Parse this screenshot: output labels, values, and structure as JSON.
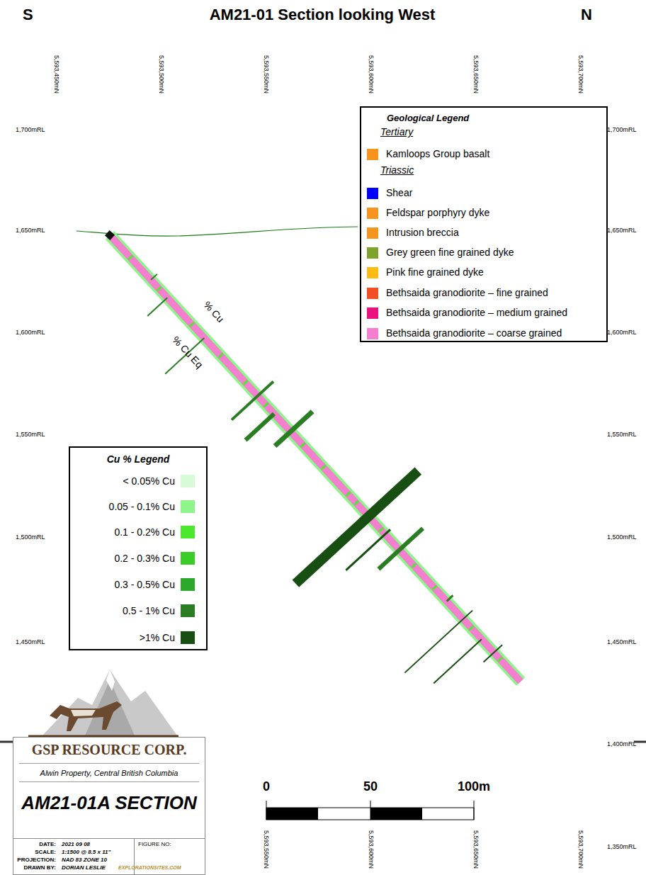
{
  "diagram": {
    "nodes": [
      {
        "text": [
          "Geological Legend"
        ]
      },
      {
        "text": [
          "Cu % Legend"
        ]
      },
      {
        "text": [
          "GSP RESOURCE CORP.",
          "Alwin Property, Central British Columbia",
          "AM21-01A SECTION",
          "DATE:",
          "2021 09 08",
          "FIGURE NO:",
          "SCALE:",
          "1:1500 @ 8.5 x 11\"",
          "PROJECTION:",
          "NAD 83 ZONE 10",
          "DRAWN BY:",
          "DORIAN LESLIE",
          "EXPLORATIONSITES.COM"
        ]
      }
    ],
    "labels": [
      "S",
      "AM21-01 Section looking West",
      "N",
      "5,593,450mN",
      "5,593,500mN",
      "5,593,550mN",
      "5,593,600mN",
      "5,593,650mN",
      "5,593,700mN",
      "1,700mRL",
      "1,650mRL",
      "1,600mRL",
      "1,550mRL",
      "1,500mRL",
      "1,450mRL",
      "1,700mRL",
      "1,650mRL",
      "1,600mRL",
      "1,550mRL",
      "1,500mRL",
      "1,450mRL",
      "1,400mRL",
      "1,350mRL",
      "% Cu",
      "% Cu Eq",
      "0",
      "50",
      "100m",
      "5,593,550mN",
      "5,593,600mN",
      "5,593,650mN",
      "5,593,700mN",
      "Tertiary",
      "Triassic"
    ],
    "legend": [
      {
        "text": "Kamloops Group basalt",
        "color": "#f7941d"
      },
      {
        "text": "Shear",
        "color": "#0000ff"
      },
      {
        "text": "Feldspar porphyry dyke",
        "color": "#f7941d"
      },
      {
        "text": "Intrusion breccia",
        "color": "#f7941d"
      },
      {
        "text": "Grey green fine grained dyke",
        "color": "#7ea32a"
      },
      {
        "text": "Pink fine grained dyke",
        "color": "#fdbb13"
      },
      {
        "text": "Bethsaida granodiorite – fine grained",
        "color": "#f04e23"
      },
      {
        "text": "Bethsaida granodiorite – medium grained",
        "color": "#e8117f"
      },
      {
        "text": "Bethsaida granodiorite – coarse grained",
        "color": "#f47fcf"
      },
      {
        "text": "< 0.05% Cu",
        "color": "#d6fbd6"
      },
      {
        "text": "0.05 - 0.1% Cu",
        "color": "#8ef58a"
      },
      {
        "text": "0.1 - 0.2% Cu",
        "color": "#4be82e"
      },
      {
        "text": "0.2 - 0.3% Cu",
        "color": "#3ccc28"
      },
      {
        "text": "0.3 - 0.5% Cu",
        "color": "#2ea82a"
      },
      {
        "text": "0.5 - 1% Cu",
        "color": "#2b7d23"
      },
      {
        "text": ">1% Cu",
        "color": "#174f12"
      }
    ]
  }
}
